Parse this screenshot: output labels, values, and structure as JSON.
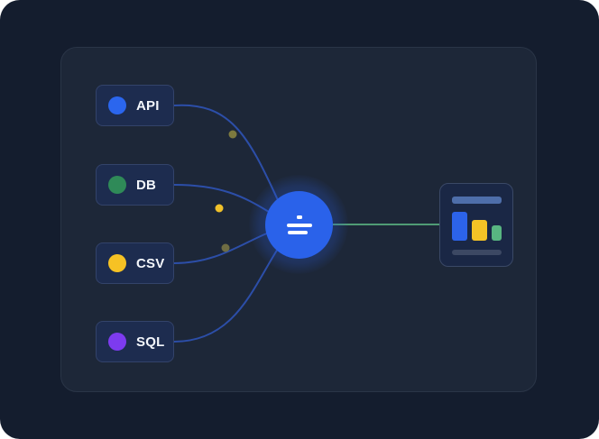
{
  "sources": [
    {
      "label": "API",
      "color": "#2b66ee"
    },
    {
      "label": "DB",
      "color": "#2f8a58"
    },
    {
      "label": "CSV",
      "color": "#f6c224"
    },
    {
      "label": "SQL",
      "color": "#7d3bef"
    }
  ],
  "colors": {
    "link": "#2c4ea8",
    "output_link": "#4f9c75",
    "hub": "#2a62ea",
    "background": "#141d2e",
    "panel": "#1d2738"
  },
  "icons": {
    "hub": "divide-icon",
    "output": "bar-chart-icon"
  }
}
